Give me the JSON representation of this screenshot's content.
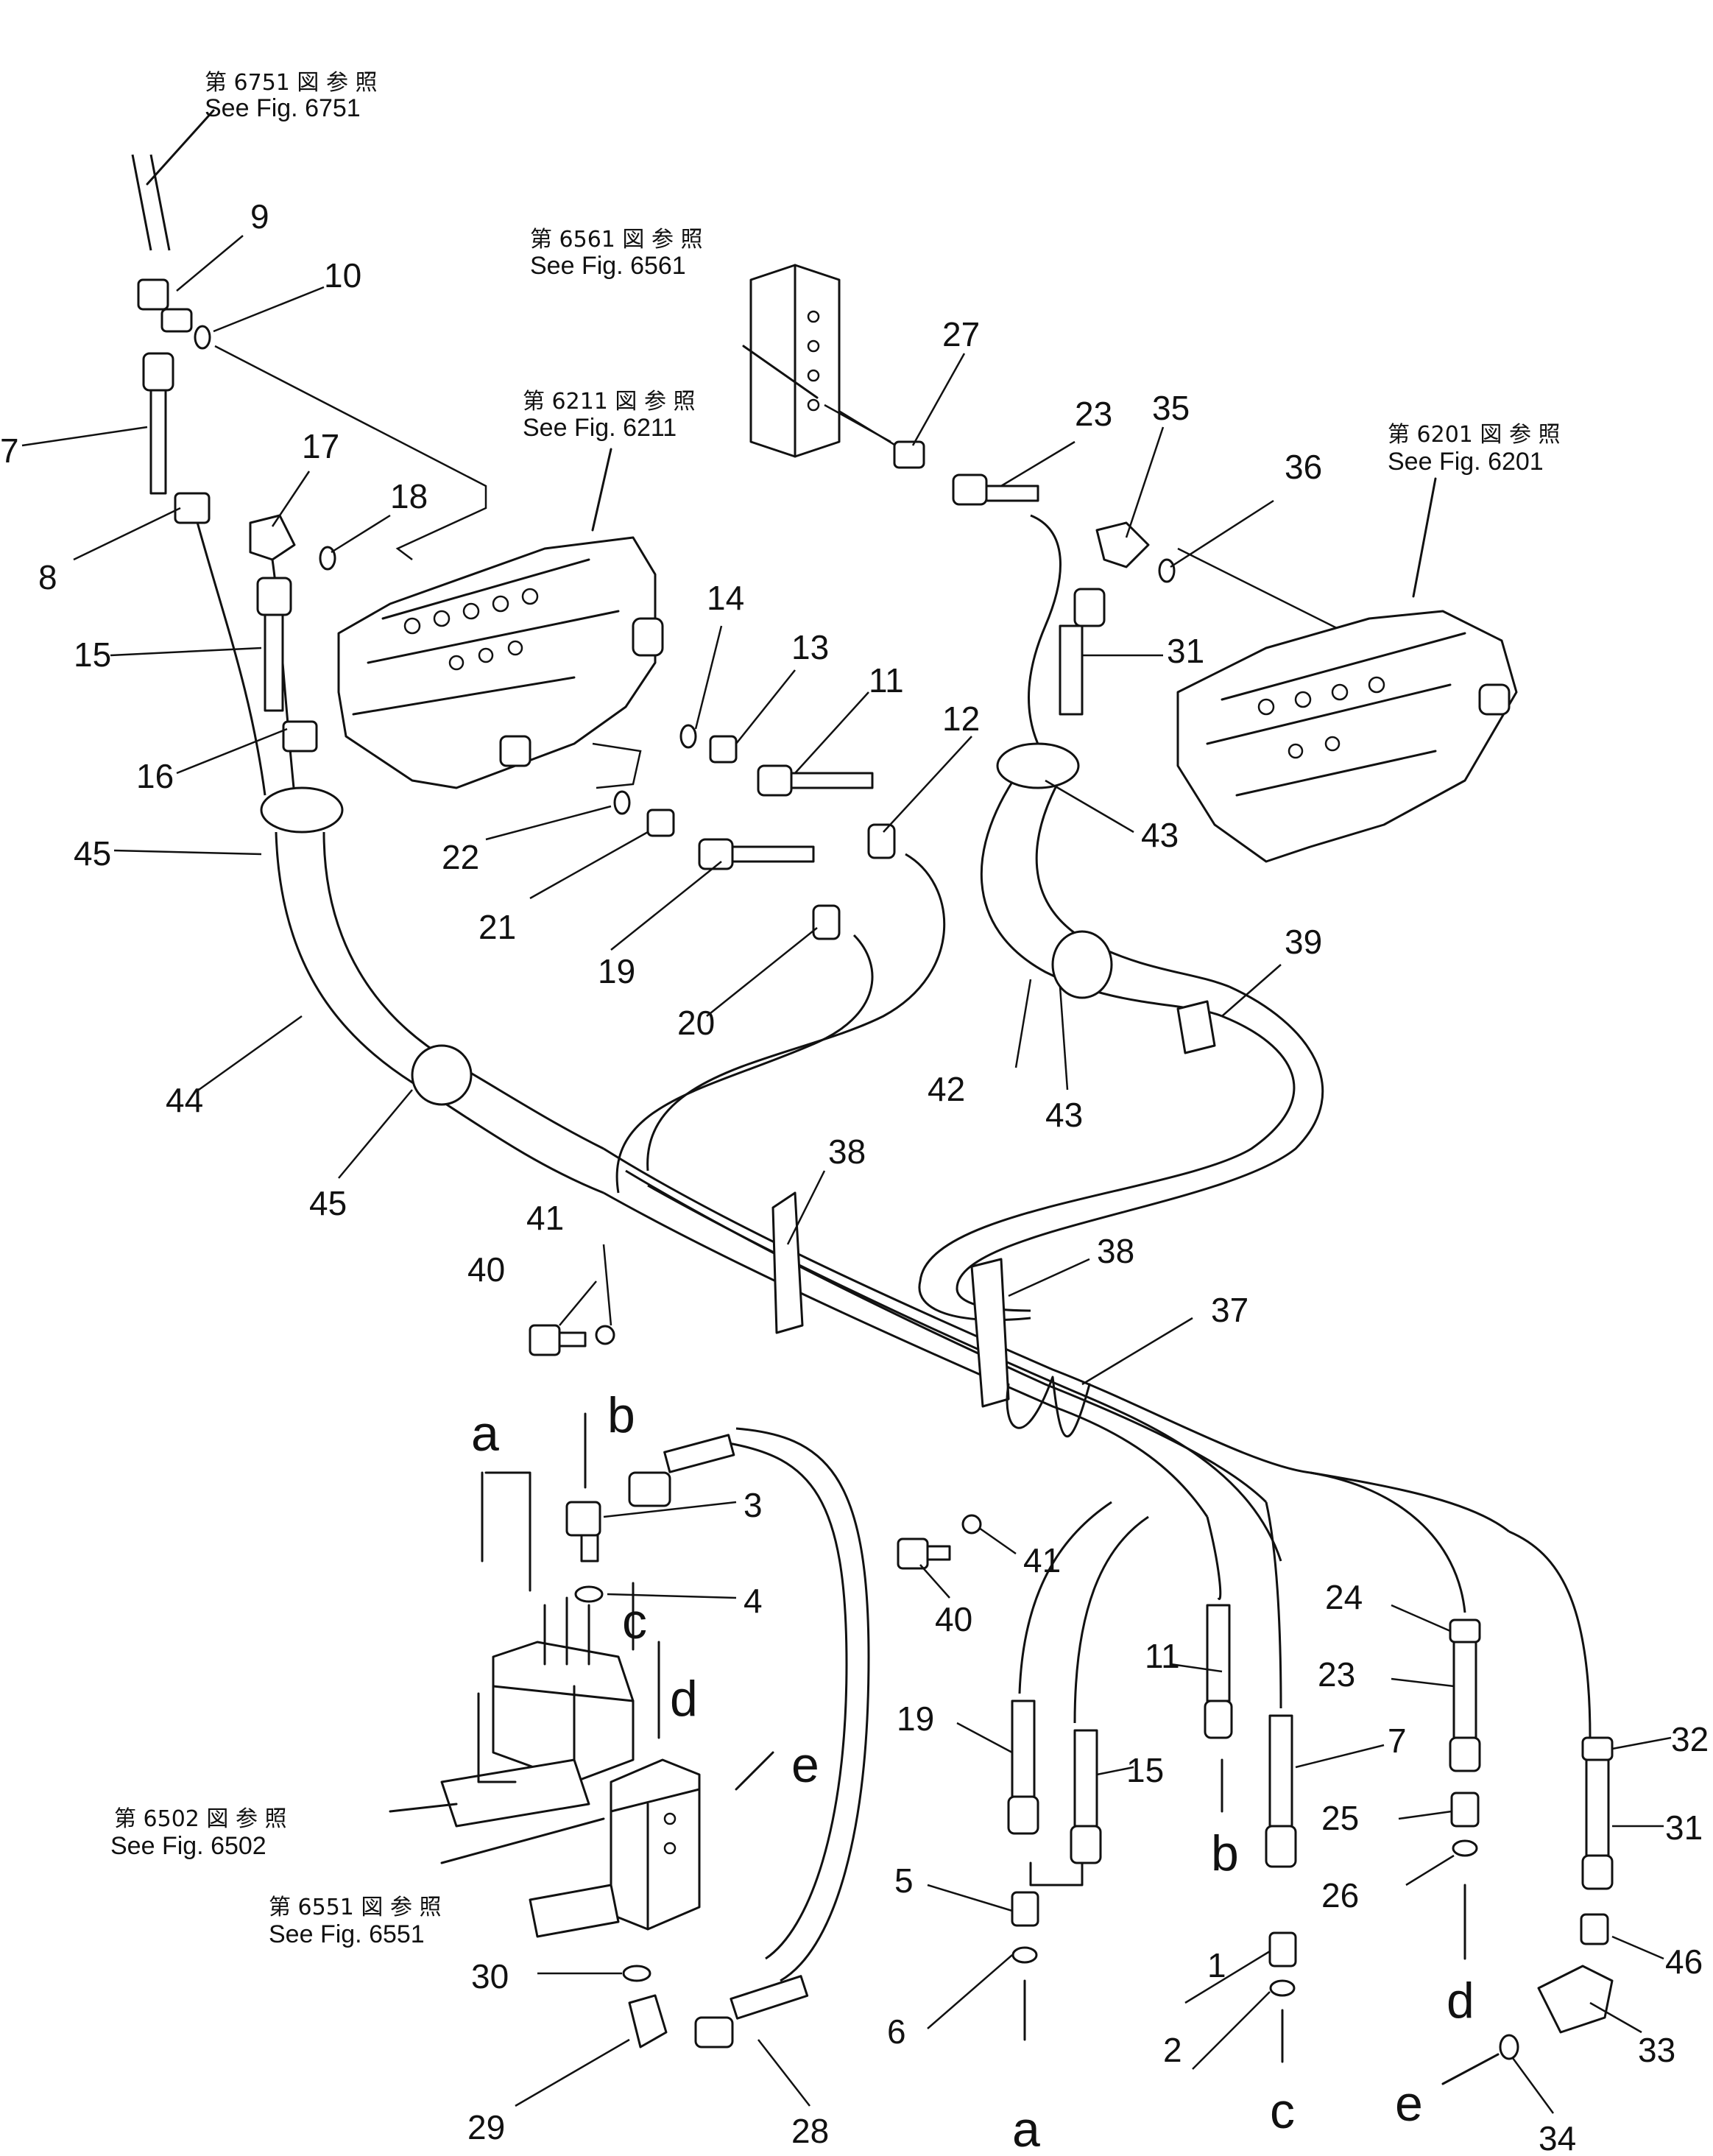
{
  "figure_refs": [
    {
      "id": "fig6751",
      "jp": "第 6751 図 参 照",
      "en": "See Fig. 6751"
    },
    {
      "id": "fig6561",
      "jp": "第 6561 図 参 照",
      "en": "See Fig. 6561"
    },
    {
      "id": "fig6211",
      "jp": "第 6211 図 参 照",
      "en": "See Fig. 6211"
    },
    {
      "id": "fig6201",
      "jp": "第 6201 図 参 照",
      "en": "See Fig. 6201"
    },
    {
      "id": "fig6502",
      "jp": "第 6502 図 参 照",
      "en": "See Fig. 6502"
    },
    {
      "id": "fig6551",
      "jp": "第 6551 図 参 照",
      "en": "See Fig. 6551"
    }
  ],
  "part_numbers": [
    "1",
    "2",
    "3",
    "4",
    "5",
    "6",
    "7",
    "7",
    "8",
    "9",
    "10",
    "11",
    "11",
    "12",
    "13",
    "14",
    "15",
    "15",
    "16",
    "17",
    "18",
    "19",
    "19",
    "20",
    "21",
    "22",
    "23",
    "23",
    "24",
    "25",
    "26",
    "27",
    "28",
    "29",
    "30",
    "31",
    "31",
    "32",
    "33",
    "34",
    "35",
    "36",
    "37",
    "38",
    "38",
    "39",
    "40",
    "40",
    "41",
    "41",
    "42",
    "43",
    "43",
    "44",
    "45",
    "45",
    "46"
  ],
  "connection_letters": [
    "a",
    "b",
    "c",
    "d",
    "e",
    "a",
    "b",
    "c",
    "d",
    "e"
  ]
}
